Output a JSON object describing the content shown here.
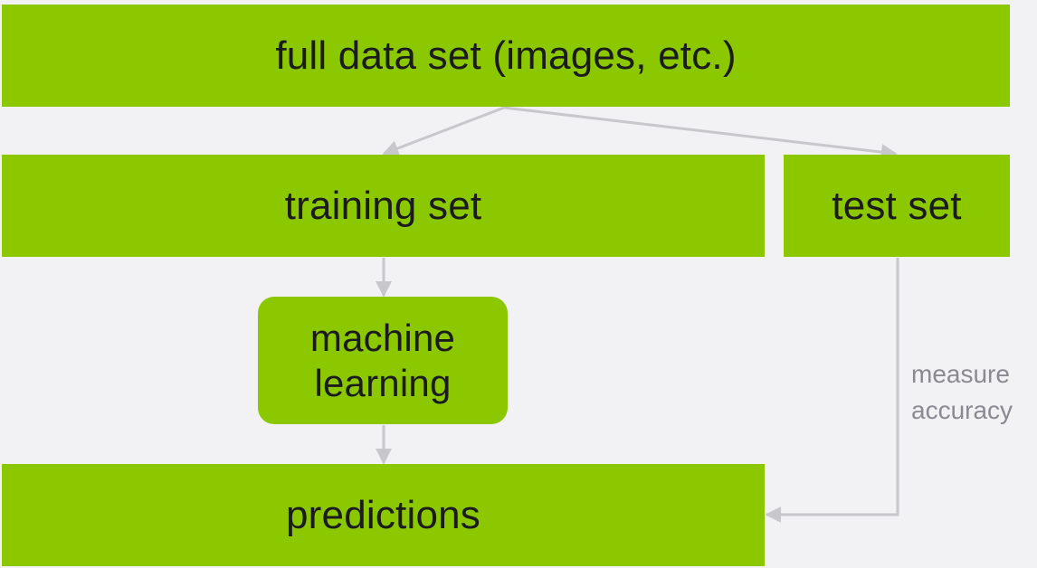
{
  "diagram": {
    "nodes": {
      "full_data_set": {
        "label": "full data set (images, etc.)"
      },
      "training_set": {
        "label": "training set"
      },
      "test_set": {
        "label": "test set"
      },
      "machine_learning": {
        "label_lines": [
          "machine",
          "learning"
        ]
      },
      "predictions": {
        "label": "predictions"
      }
    },
    "edges": [
      {
        "from": "full_data_set",
        "to": "training_set"
      },
      {
        "from": "full_data_set",
        "to": "test_set"
      },
      {
        "from": "training_set",
        "to": "machine_learning"
      },
      {
        "from": "machine_learning",
        "to": "predictions"
      },
      {
        "from": "test_set",
        "to": "predictions",
        "label_lines": [
          "measure",
          "accuracy"
        ]
      }
    ]
  },
  "colors": {
    "node_fill": "#8cc800",
    "node_text": "#1b1b1b",
    "connector": "#c8c8cc",
    "edge_label": "#8a8a92",
    "background": "#f2f2f4"
  }
}
